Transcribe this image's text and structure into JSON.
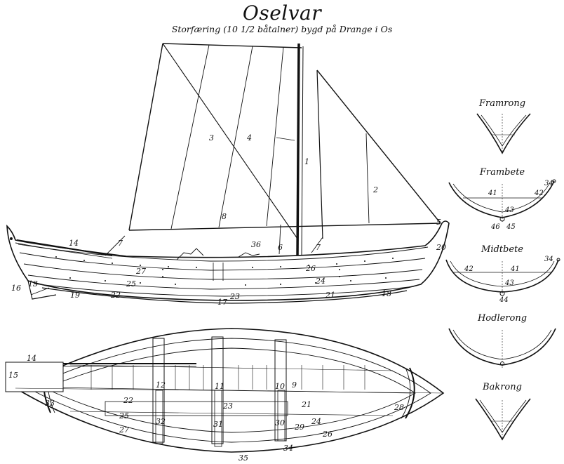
{
  "header": {
    "title": "Oselvar",
    "subtitle": "Storfæring (10 1/2 båtalner) bygd på Drange i Os"
  },
  "sections": [
    {
      "title": "Framrong",
      "labels": []
    },
    {
      "title": "Frambete",
      "labels": [
        "41",
        "42",
        "34",
        "43",
        "46",
        "45"
      ]
    },
    {
      "title": "Midtbete",
      "labels": [
        "42",
        "41",
        "34",
        "43",
        "44"
      ]
    },
    {
      "title": "Hodlerong",
      "labels": []
    },
    {
      "title": "Bakrong",
      "labels": []
    }
  ],
  "side_view_labels": [
    "1",
    "2",
    "3",
    "4",
    "5",
    "6",
    "7",
    "7",
    "8",
    "14",
    "13",
    "16",
    "19",
    "22",
    "17",
    "23",
    "21",
    "18",
    "20",
    "24",
    "25",
    "26",
    "27",
    "36"
  ],
  "plan_view_labels": [
    "14",
    "15",
    "12",
    "11",
    "10",
    "9",
    "22",
    "23",
    "21",
    "25",
    "32",
    "31",
    "30",
    "29",
    "24",
    "26",
    "27",
    "33",
    "28",
    "34",
    "35"
  ]
}
